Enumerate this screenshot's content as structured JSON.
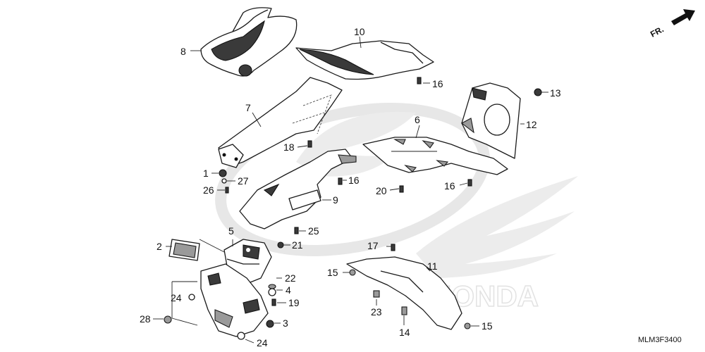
{
  "diagram": {
    "code": "MLM3F3400",
    "direction_label": "FR.",
    "watermark_text": "HONDA",
    "callouts": [
      {
        "id": "c8",
        "text": "8"
      },
      {
        "id": "c10",
        "text": "10"
      },
      {
        "id": "c16a",
        "text": "16"
      },
      {
        "id": "c13",
        "text": "13"
      },
      {
        "id": "c7",
        "text": "7"
      },
      {
        "id": "c12",
        "text": "12"
      },
      {
        "id": "c6",
        "text": "6"
      },
      {
        "id": "c18",
        "text": "18"
      },
      {
        "id": "c1",
        "text": "1"
      },
      {
        "id": "c27",
        "text": "27"
      },
      {
        "id": "c26",
        "text": "26"
      },
      {
        "id": "c16b",
        "text": "16"
      },
      {
        "id": "c20",
        "text": "20"
      },
      {
        "id": "c16c",
        "text": "16"
      },
      {
        "id": "c9",
        "text": "9"
      },
      {
        "id": "c25",
        "text": "25"
      },
      {
        "id": "c5",
        "text": "5"
      },
      {
        "id": "c2",
        "text": "2"
      },
      {
        "id": "c21",
        "text": "21"
      },
      {
        "id": "c17",
        "text": "17"
      },
      {
        "id": "c11",
        "text": "11"
      },
      {
        "id": "c15a",
        "text": "15"
      },
      {
        "id": "c22",
        "text": "22"
      },
      {
        "id": "c4",
        "text": "4"
      },
      {
        "id": "c24a",
        "text": "24"
      },
      {
        "id": "c19",
        "text": "19"
      },
      {
        "id": "c23",
        "text": "23"
      },
      {
        "id": "c28",
        "text": "28"
      },
      {
        "id": "c3",
        "text": "3"
      },
      {
        "id": "c14",
        "text": "14"
      },
      {
        "id": "c15b",
        "text": "15"
      },
      {
        "id": "c24b",
        "text": "24"
      }
    ]
  }
}
